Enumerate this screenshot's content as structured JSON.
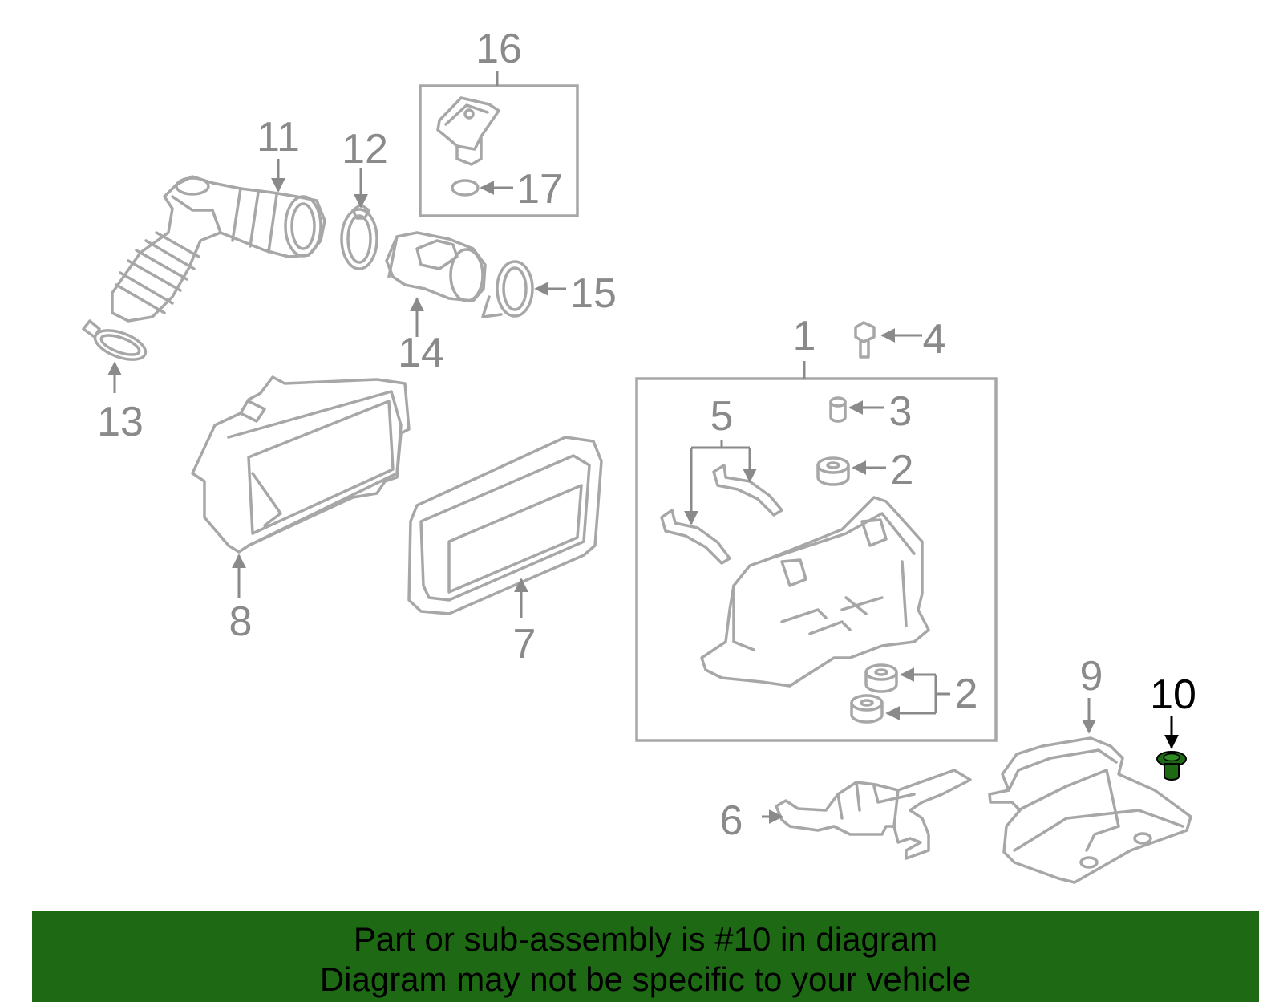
{
  "diagram": {
    "highlighted_part": "10",
    "highlight_color": "#1e6a14",
    "callouts": [
      {
        "id": "1",
        "text": "1"
      },
      {
        "id": "2a",
        "text": "2"
      },
      {
        "id": "2b",
        "text": "2"
      },
      {
        "id": "3",
        "text": "3"
      },
      {
        "id": "4",
        "text": "4"
      },
      {
        "id": "5",
        "text": "5"
      },
      {
        "id": "6",
        "text": "6"
      },
      {
        "id": "7",
        "text": "7"
      },
      {
        "id": "8",
        "text": "8"
      },
      {
        "id": "9",
        "text": "9"
      },
      {
        "id": "10",
        "text": "10"
      },
      {
        "id": "11",
        "text": "11"
      },
      {
        "id": "12",
        "text": "12"
      },
      {
        "id": "13",
        "text": "13"
      },
      {
        "id": "14",
        "text": "14"
      },
      {
        "id": "15",
        "text": "15"
      },
      {
        "id": "16",
        "text": "16"
      },
      {
        "id": "17",
        "text": "17"
      }
    ]
  },
  "footer": {
    "background": "#1e6a14",
    "line1": "Part or sub-assembly is #10 in diagram",
    "line2": "Diagram may not be specific to your vehicle"
  }
}
